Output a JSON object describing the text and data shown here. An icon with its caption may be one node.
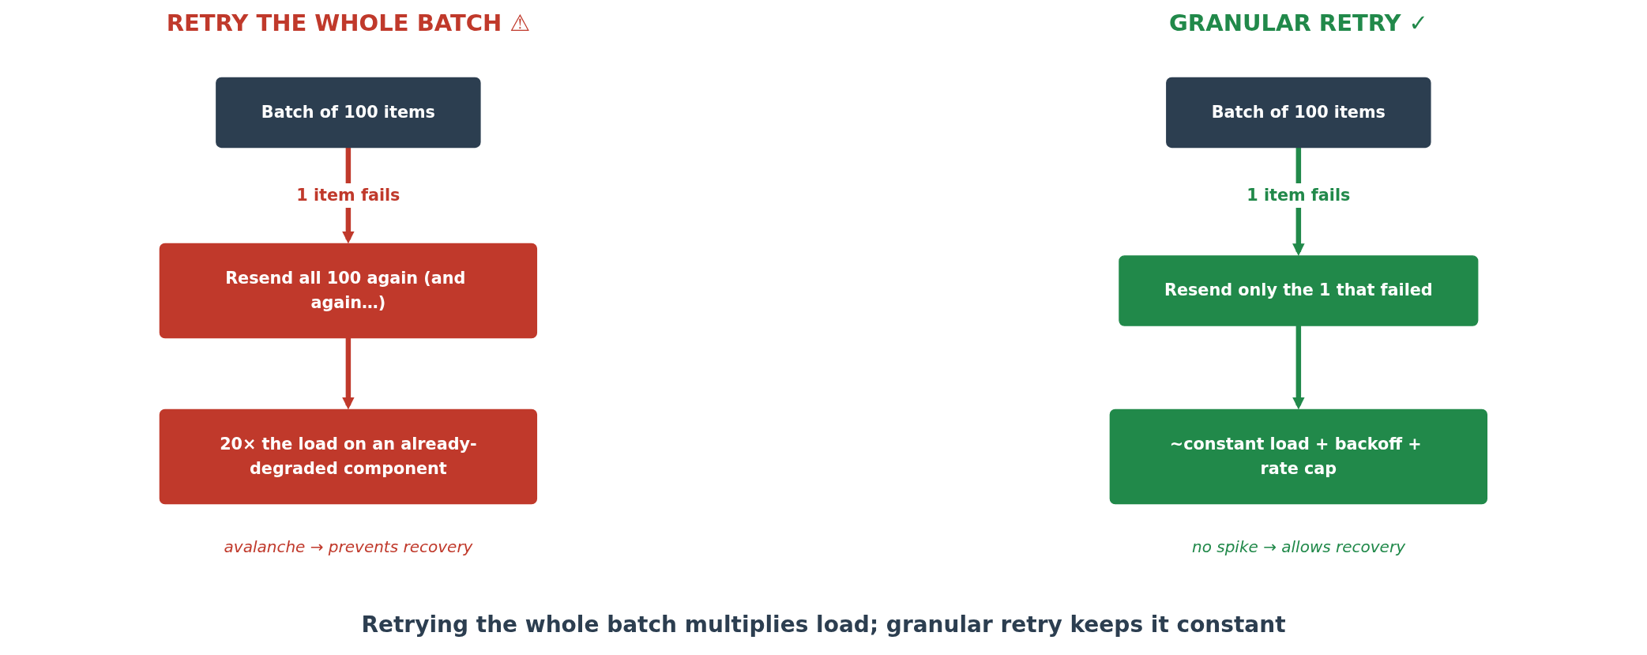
{
  "diagram": {
    "nodes": [
      {
        "text": [
          "Batch of 100 items"
        ]
      },
      {
        "text": [
          "Resend all 100 again (and again…)"
        ]
      },
      {
        "text": [
          "20× the load on an already-degraded component"
        ],
        "beside": [
          "avalanche → prevents recovery"
        ]
      },
      {
        "text": [
          "Batch of 100 items"
        ]
      },
      {
        "text": [
          "Resend only the 1 that failed"
        ]
      },
      {
        "text": [
          "~constant load + backoff + rate cap"
        ],
        "beside": [
          "no spike → allows recovery"
        ]
      }
    ],
    "edges": [
      {
        "from": 0,
        "to": 1,
        "arrow": "to",
        "label": "1 item fails",
        "color": "#c0392b"
      },
      {
        "from": 1,
        "to": 2,
        "arrow": "to",
        "color": "#c0392b"
      },
      {
        "from": 3,
        "to": 4,
        "arrow": "to",
        "label": "1 item fails",
        "color": "#21894a"
      },
      {
        "from": 4,
        "to": 5,
        "arrow": "to",
        "color": "#21894a"
      }
    ],
    "labels": [
      "RETRY THE WHOLE BATCH ⚠",
      "GRANULAR RETRY ✓"
    ],
    "caption": "Retrying the whole batch multiplies load; granular retry keeps it constant"
  }
}
